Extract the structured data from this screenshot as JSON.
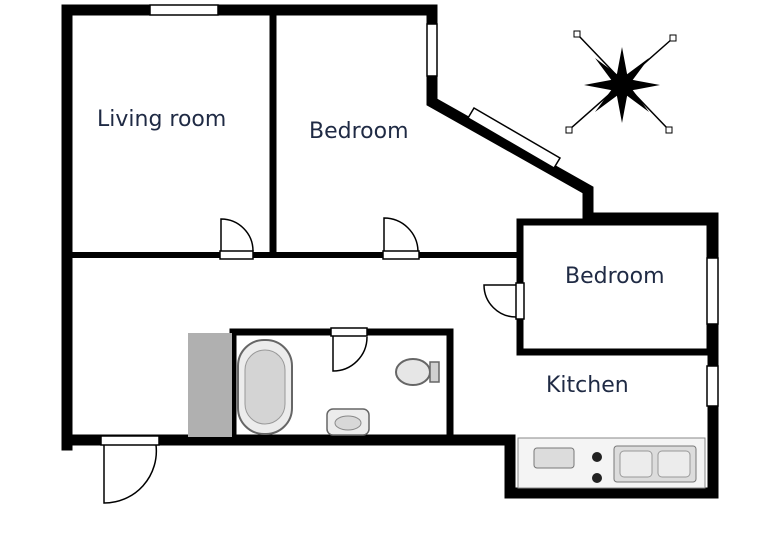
{
  "rooms": {
    "living_room": "Living room",
    "bedroom_1": "Bedroom",
    "bedroom_2": "Bedroom",
    "kitchen": "Kitchen"
  },
  "colors": {
    "wall": "#000000",
    "label_text": "#1f2a44",
    "window_glass": "#ffffff",
    "shower_tray": "#b0b0b0",
    "fixture_fill": "#e6e6e6"
  },
  "icons": {
    "compass": "compass-rose-icon"
  }
}
